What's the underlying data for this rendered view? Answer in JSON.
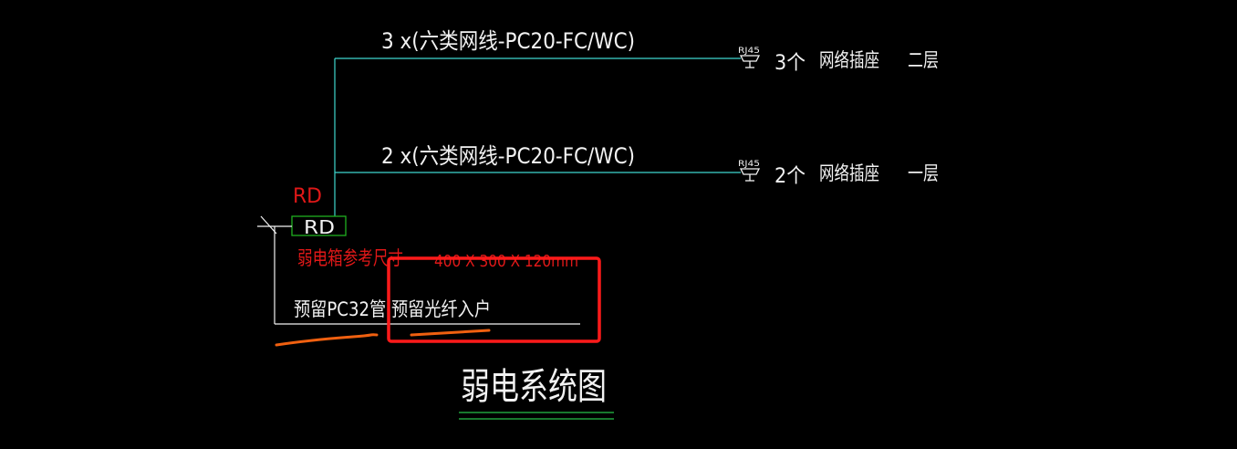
{
  "colors": {
    "background": "#000000",
    "wire": "#3fd7cf",
    "text_white": "#f2f2f2",
    "text_red": "#e01818",
    "box_green": "#20b020",
    "annotation_red": "#ff1a1a",
    "annotation_orange": "#f06010",
    "underline_green": "#27c24a"
  },
  "circuits": [
    {
      "cable_label": "3 x(六类网线-PC20-FC/WC)",
      "socket_tag": "RJ45",
      "count_label": "3个",
      "device_label": "网络插座",
      "floor_label": "二层"
    },
    {
      "cable_label": "2 x(六类网线-PC20-FC/WC)",
      "socket_tag": "RJ45",
      "count_label": "2个",
      "device_label": "网络插座",
      "floor_label": "一层"
    }
  ],
  "box": {
    "tag_red": "RD",
    "label": "RD",
    "size_note": "弱电箱参考尺寸",
    "size_value": "400 X 300 X 120mm",
    "incoming_note": "预留PC32管,预留光纤入户"
  },
  "title": "弱电系统图",
  "icons": {
    "socket": "network-socket-icon",
    "highlight": "red-highlight-rectangle",
    "markup": "orange-markup-stroke"
  }
}
